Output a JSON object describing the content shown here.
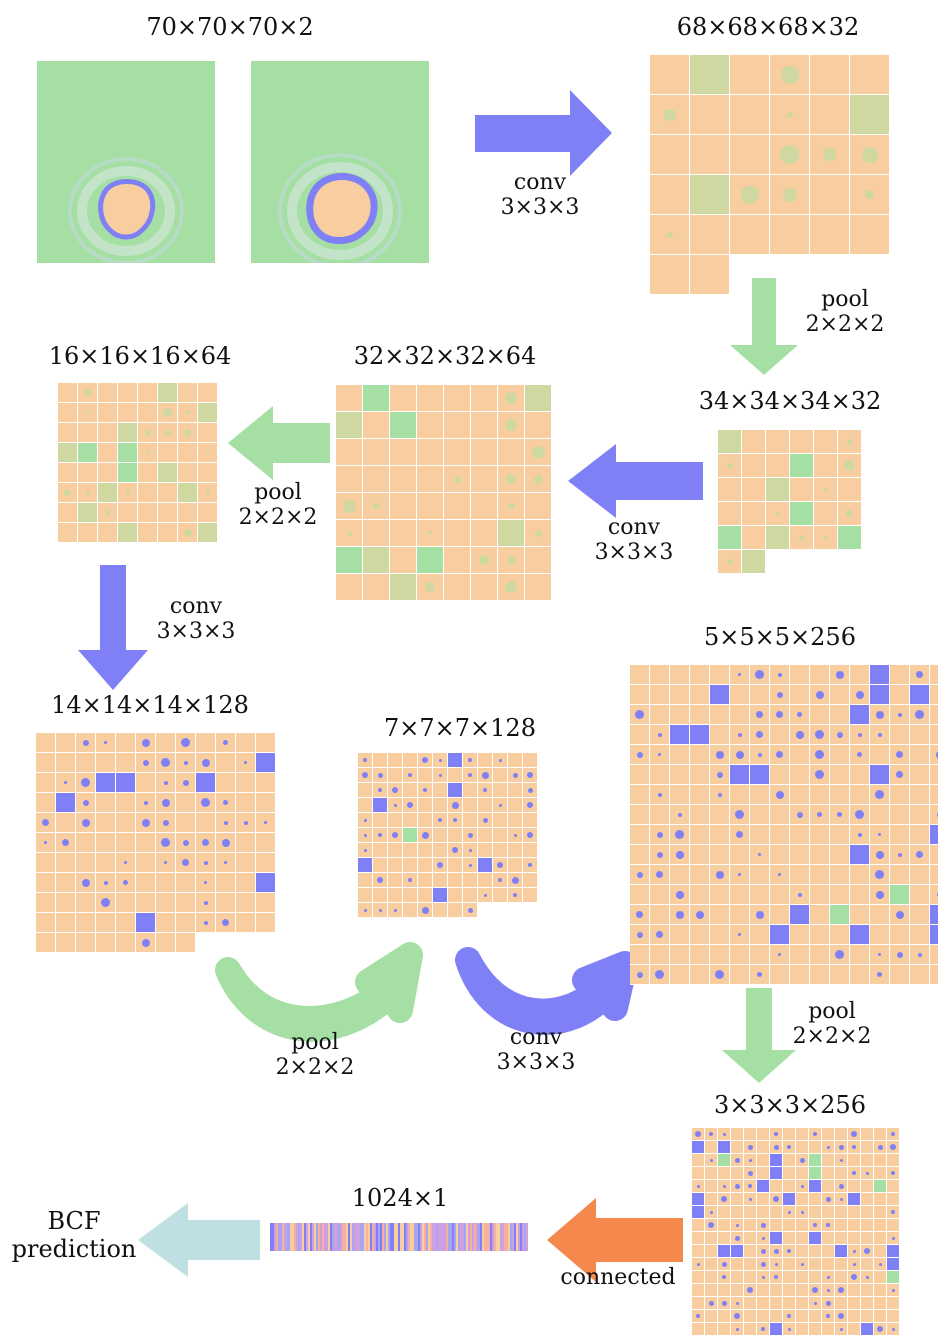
{
  "colors": {
    "tile": "#f8cda0",
    "tile_green": "#a6dfa4",
    "tile_mixed": "#cfd8a0",
    "active": "#8080f6",
    "pool_arrow": "#a6dfa4",
    "conv_arrow": "#8080f6",
    "connected_arrow": "#f4884d",
    "output_arrow": "#bfe0e3",
    "grid_line": "#ffffff"
  },
  "shapes": {
    "input": "70×70×70×2",
    "conv1": "68×68×68×32",
    "pool1": "34×34×34×32",
    "conv2": "32×32×32×64",
    "pool2": "16×16×16×64",
    "conv3": "14×14×14×128",
    "pool3": "7×7×7×128",
    "conv4": "5×5×5×256",
    "pool4": "3×3×3×256",
    "dense": "1024×1"
  },
  "ops": {
    "conv": "conv\n3×3×3",
    "pool": "pool\n2×2×2",
    "connected": "connected",
    "output": "BCF\nprediction"
  },
  "icons": [
    "pool-arrow-icon",
    "conv-arrow-icon",
    "connected-arrow-icon",
    "output-arrow-icon"
  ]
}
